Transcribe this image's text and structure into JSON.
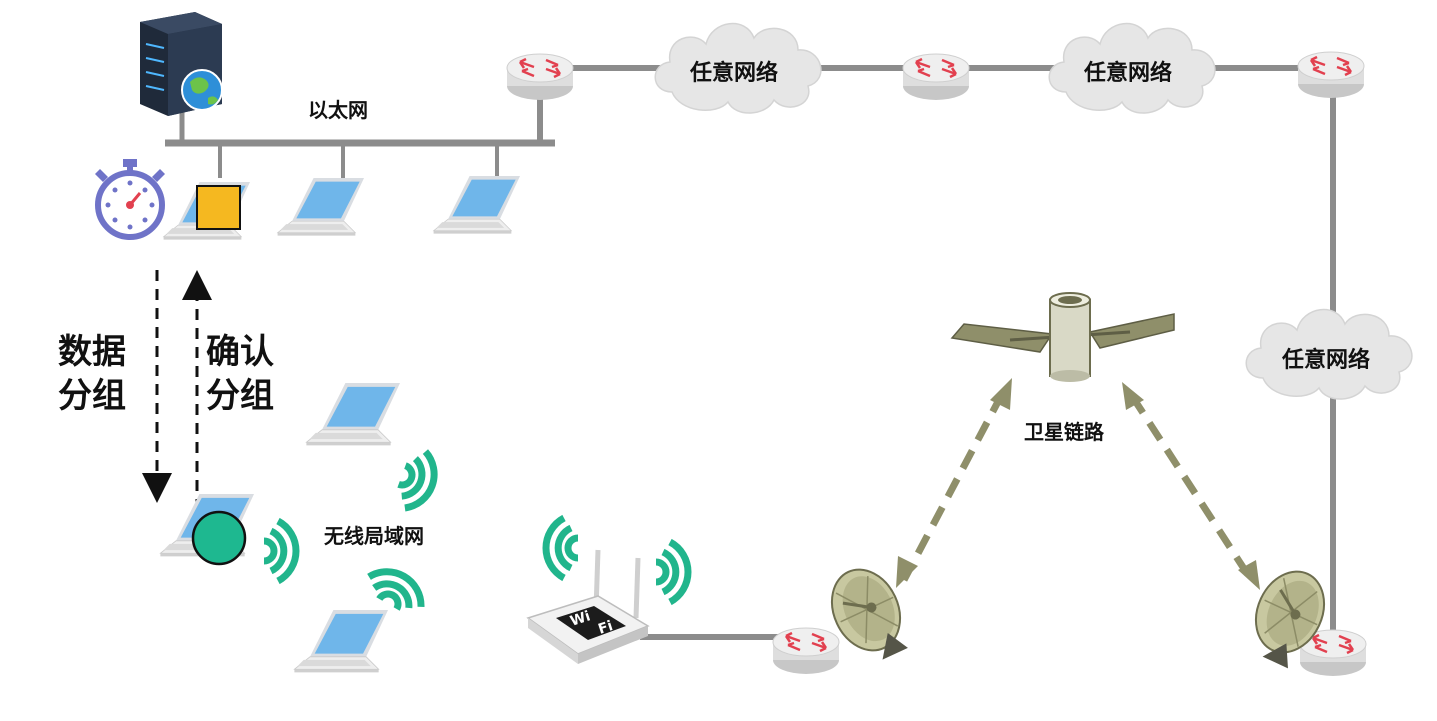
{
  "labels": {
    "ethernet": "以太网",
    "cloud_1": "任意网络",
    "cloud_2": "任意网络",
    "cloud_3": "任意网络",
    "satellite_link": "卫星链路",
    "wireless_lan": "无线局域网",
    "data_packet_1": "数据",
    "data_packet_2": "分组",
    "ack_packet_1": "确认",
    "ack_packet_2": "分组",
    "wifi_logo_1": "Wi",
    "wifi_logo_2": "Fi"
  },
  "colors": {
    "link_line": "#8c8c8c",
    "cloud_fill": "#e6e6e6",
    "router_fill": "#e8e8e8",
    "router_arrow": "#e2404f",
    "laptop_screen": "#6fb6ea",
    "laptop_body": "#eeeeee",
    "wireless_wave": "#21b58c",
    "satellite_arrow": "#8f8f6a",
    "data_packet_square": "#f5b820",
    "ack_packet_circle": "#1eb890",
    "stopwatch": "#6f73c8",
    "server_body": "#1f2a3a"
  },
  "icons": {
    "server": "server-icon",
    "router": "router-icon",
    "cloud": "cloud-icon",
    "laptop": "laptop-icon",
    "stopwatch": "stopwatch-icon",
    "satellite": "satellite-icon",
    "dish": "satellite-dish-icon",
    "wifi_router": "wifi-router-icon",
    "wave": "wireless-wave-icon"
  }
}
